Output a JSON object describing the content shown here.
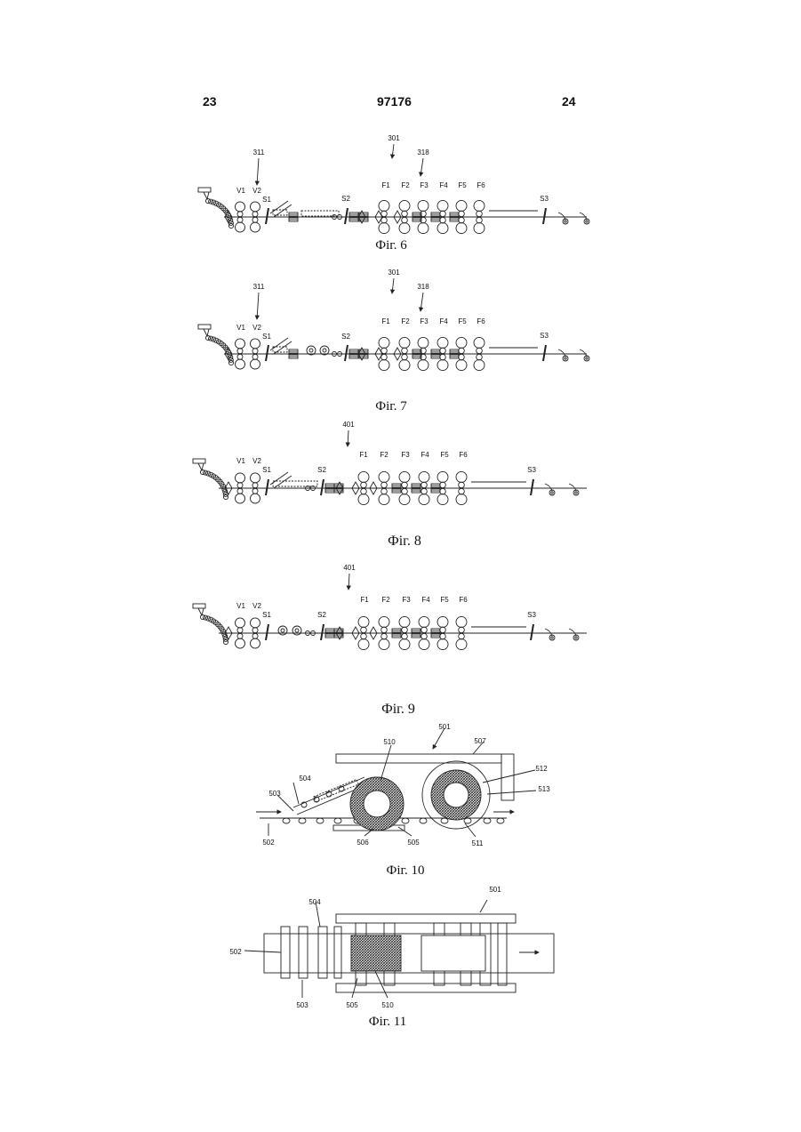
{
  "header": {
    "left_page": "23",
    "patent_number": "97176",
    "right_page": "24"
  },
  "figures": {
    "fig6": {
      "caption": "Фіг. 6",
      "refs": [
        "311",
        "301",
        "318"
      ],
      "stands": [
        "V1",
        "V2",
        "F1",
        "F2",
        "F3",
        "F4",
        "F5",
        "F6"
      ],
      "shears": [
        "S1",
        "S2",
        "S3"
      ]
    },
    "fig7": {
      "caption": "Фіг. 7",
      "refs": [
        "311",
        "301",
        "318"
      ],
      "stands": [
        "V1",
        "V2",
        "F1",
        "F2",
        "F3",
        "F4",
        "F5",
        "F6"
      ],
      "shears": [
        "S1",
        "S2",
        "S3"
      ]
    },
    "fig8": {
      "caption": "Фіг. 8",
      "refs": [
        "401"
      ],
      "stands": [
        "V1",
        "V2",
        "F1",
        "F2",
        "F3",
        "F4",
        "F5",
        "F6"
      ],
      "shears": [
        "S1",
        "S2",
        "S3"
      ]
    },
    "fig9": {
      "caption": "Фіг. 9",
      "refs": [
        "401"
      ],
      "stands": [
        "V1",
        "V2",
        "F1",
        "F2",
        "F3",
        "F4",
        "F5",
        "F6"
      ],
      "shears": [
        "S1",
        "S2",
        "S3"
      ]
    },
    "fig10": {
      "caption": "Фіг. 10",
      "refs": [
        "501",
        "507",
        "510",
        "512",
        "513",
        "504",
        "503",
        "502",
        "506",
        "505",
        "511"
      ]
    },
    "fig11": {
      "caption": "Фіг. 11",
      "refs": [
        "501",
        "504",
        "502",
        "503",
        "505",
        "510"
      ]
    }
  }
}
